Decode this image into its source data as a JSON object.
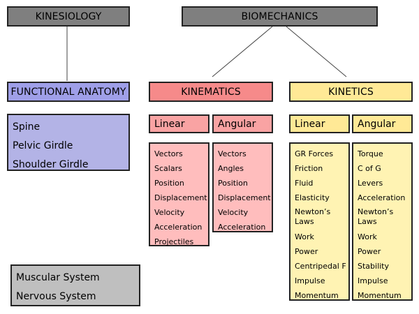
{
  "top": {
    "kinesiology": "KINESIOLOGY",
    "biomechanics": "BIOMECHANICS"
  },
  "functional_anatomy": {
    "title": "FUNCTIONAL ANATOMY",
    "items": [
      "Spine",
      "Pelvic Girdle",
      "Shoulder Girdle"
    ]
  },
  "kinematics": {
    "title": "KINEMATICS",
    "linear": {
      "label": "Linear",
      "items": [
        "Vectors",
        "Scalars",
        "Position",
        "Displacement",
        "Velocity",
        "Acceleration",
        "Projectiles"
      ]
    },
    "angular": {
      "label": "Angular",
      "items": [
        "Vectors",
        "Angles",
        "Position",
        "Displacement",
        "Velocity",
        "Acceleration"
      ]
    }
  },
  "kinetics": {
    "title": "KINETICS",
    "linear": {
      "label": "Linear",
      "items": [
        "GR Forces",
        "Friction",
        "Fluid",
        "Elasticity",
        "Newton’s Laws",
        "Work",
        "Power",
        "Centripedal F",
        "Impulse",
        "Momentum"
      ]
    },
    "angular": {
      "label": "Angular",
      "items": [
        "Torque",
        "C of G",
        "Levers",
        "Acceleration",
        "Newton’s Laws",
        "Work",
        "Power",
        "Stability",
        "Impulse",
        "Momentum"
      ]
    }
  },
  "systems": {
    "items": [
      "Muscular System",
      "Nervous System"
    ]
  },
  "colors": {
    "top_header": "#7f7f7f",
    "anatomy": "#b3b3e6",
    "anatomy_header": "#9f9fe8",
    "kinematics": "#ffbdbd",
    "kinematics_header": "#f68a8a",
    "kinetics": "#fff3b3",
    "kinetics_header": "#ffe996",
    "systems": "#bfbfbf"
  }
}
